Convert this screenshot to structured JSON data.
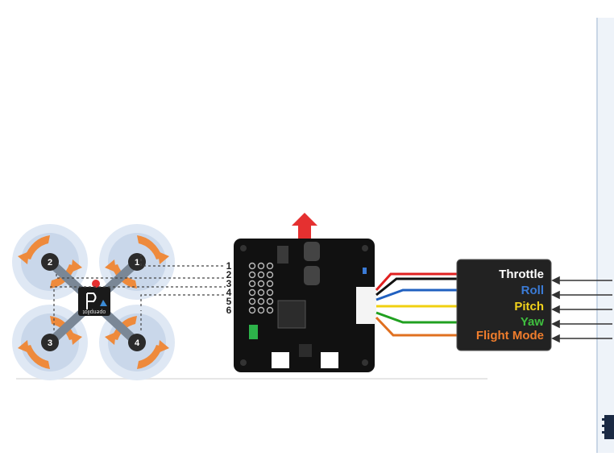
{
  "colors": {
    "board": "#111111",
    "propeller": "#ee8a3c",
    "prop_disc": "#dce6f2",
    "arrow_up": "#e53030",
    "frame": "#7a8796",
    "receiver": "#222222",
    "sidebar_edge": "#dfe8f3"
  },
  "quad": {
    "motors": [
      {
        "label": "1"
      },
      {
        "label": "2"
      },
      {
        "label": "3"
      },
      {
        "label": "4"
      }
    ],
    "center_icon": "openpilot-logo-icon",
    "center_text": "openpilot"
  },
  "board": {
    "pin_numbers": [
      "1",
      "2",
      "3",
      "4",
      "5",
      "6"
    ],
    "icon": "flight-controller-board"
  },
  "receiver": {
    "channels": [
      {
        "label": "Throttle",
        "color": "#ffffff",
        "wire": "#e02020"
      },
      {
        "label": "Roll",
        "color": "#3b7bd6",
        "wire": "#2060c0"
      },
      {
        "label": "Pitch",
        "color": "#f2d21b",
        "wire": "#f0d010"
      },
      {
        "label": "Yaw",
        "color": "#3fbf3f",
        "wire": "#20a020"
      },
      {
        "label": "Flight Mode",
        "color": "#f07d2c",
        "wire": "#e07020"
      }
    ]
  }
}
